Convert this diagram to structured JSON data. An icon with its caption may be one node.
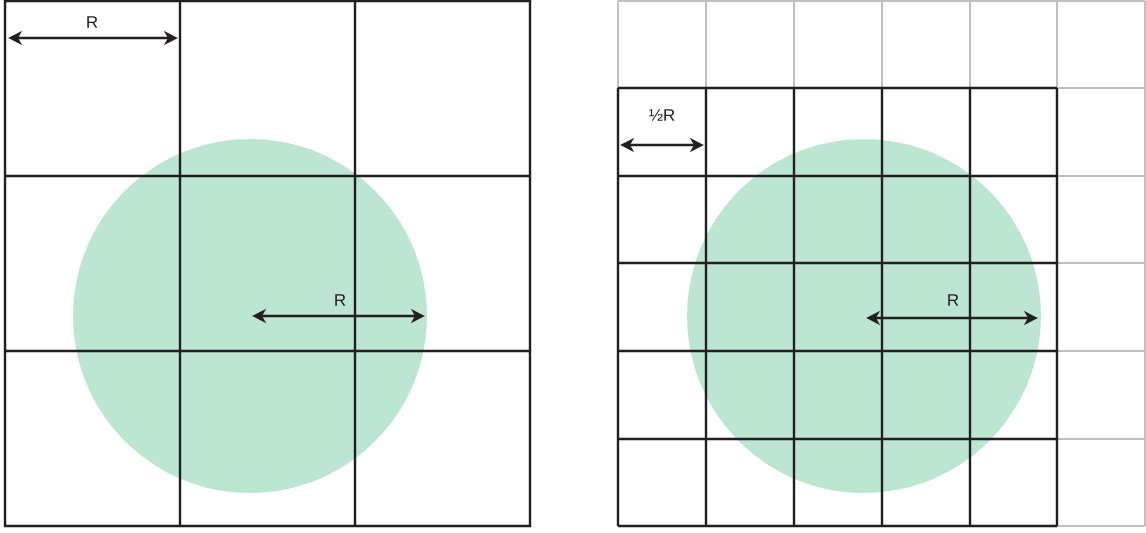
{
  "diagram": {
    "labels": [
      "R",
      "R",
      "½R",
      "R"
    ]
  }
}
